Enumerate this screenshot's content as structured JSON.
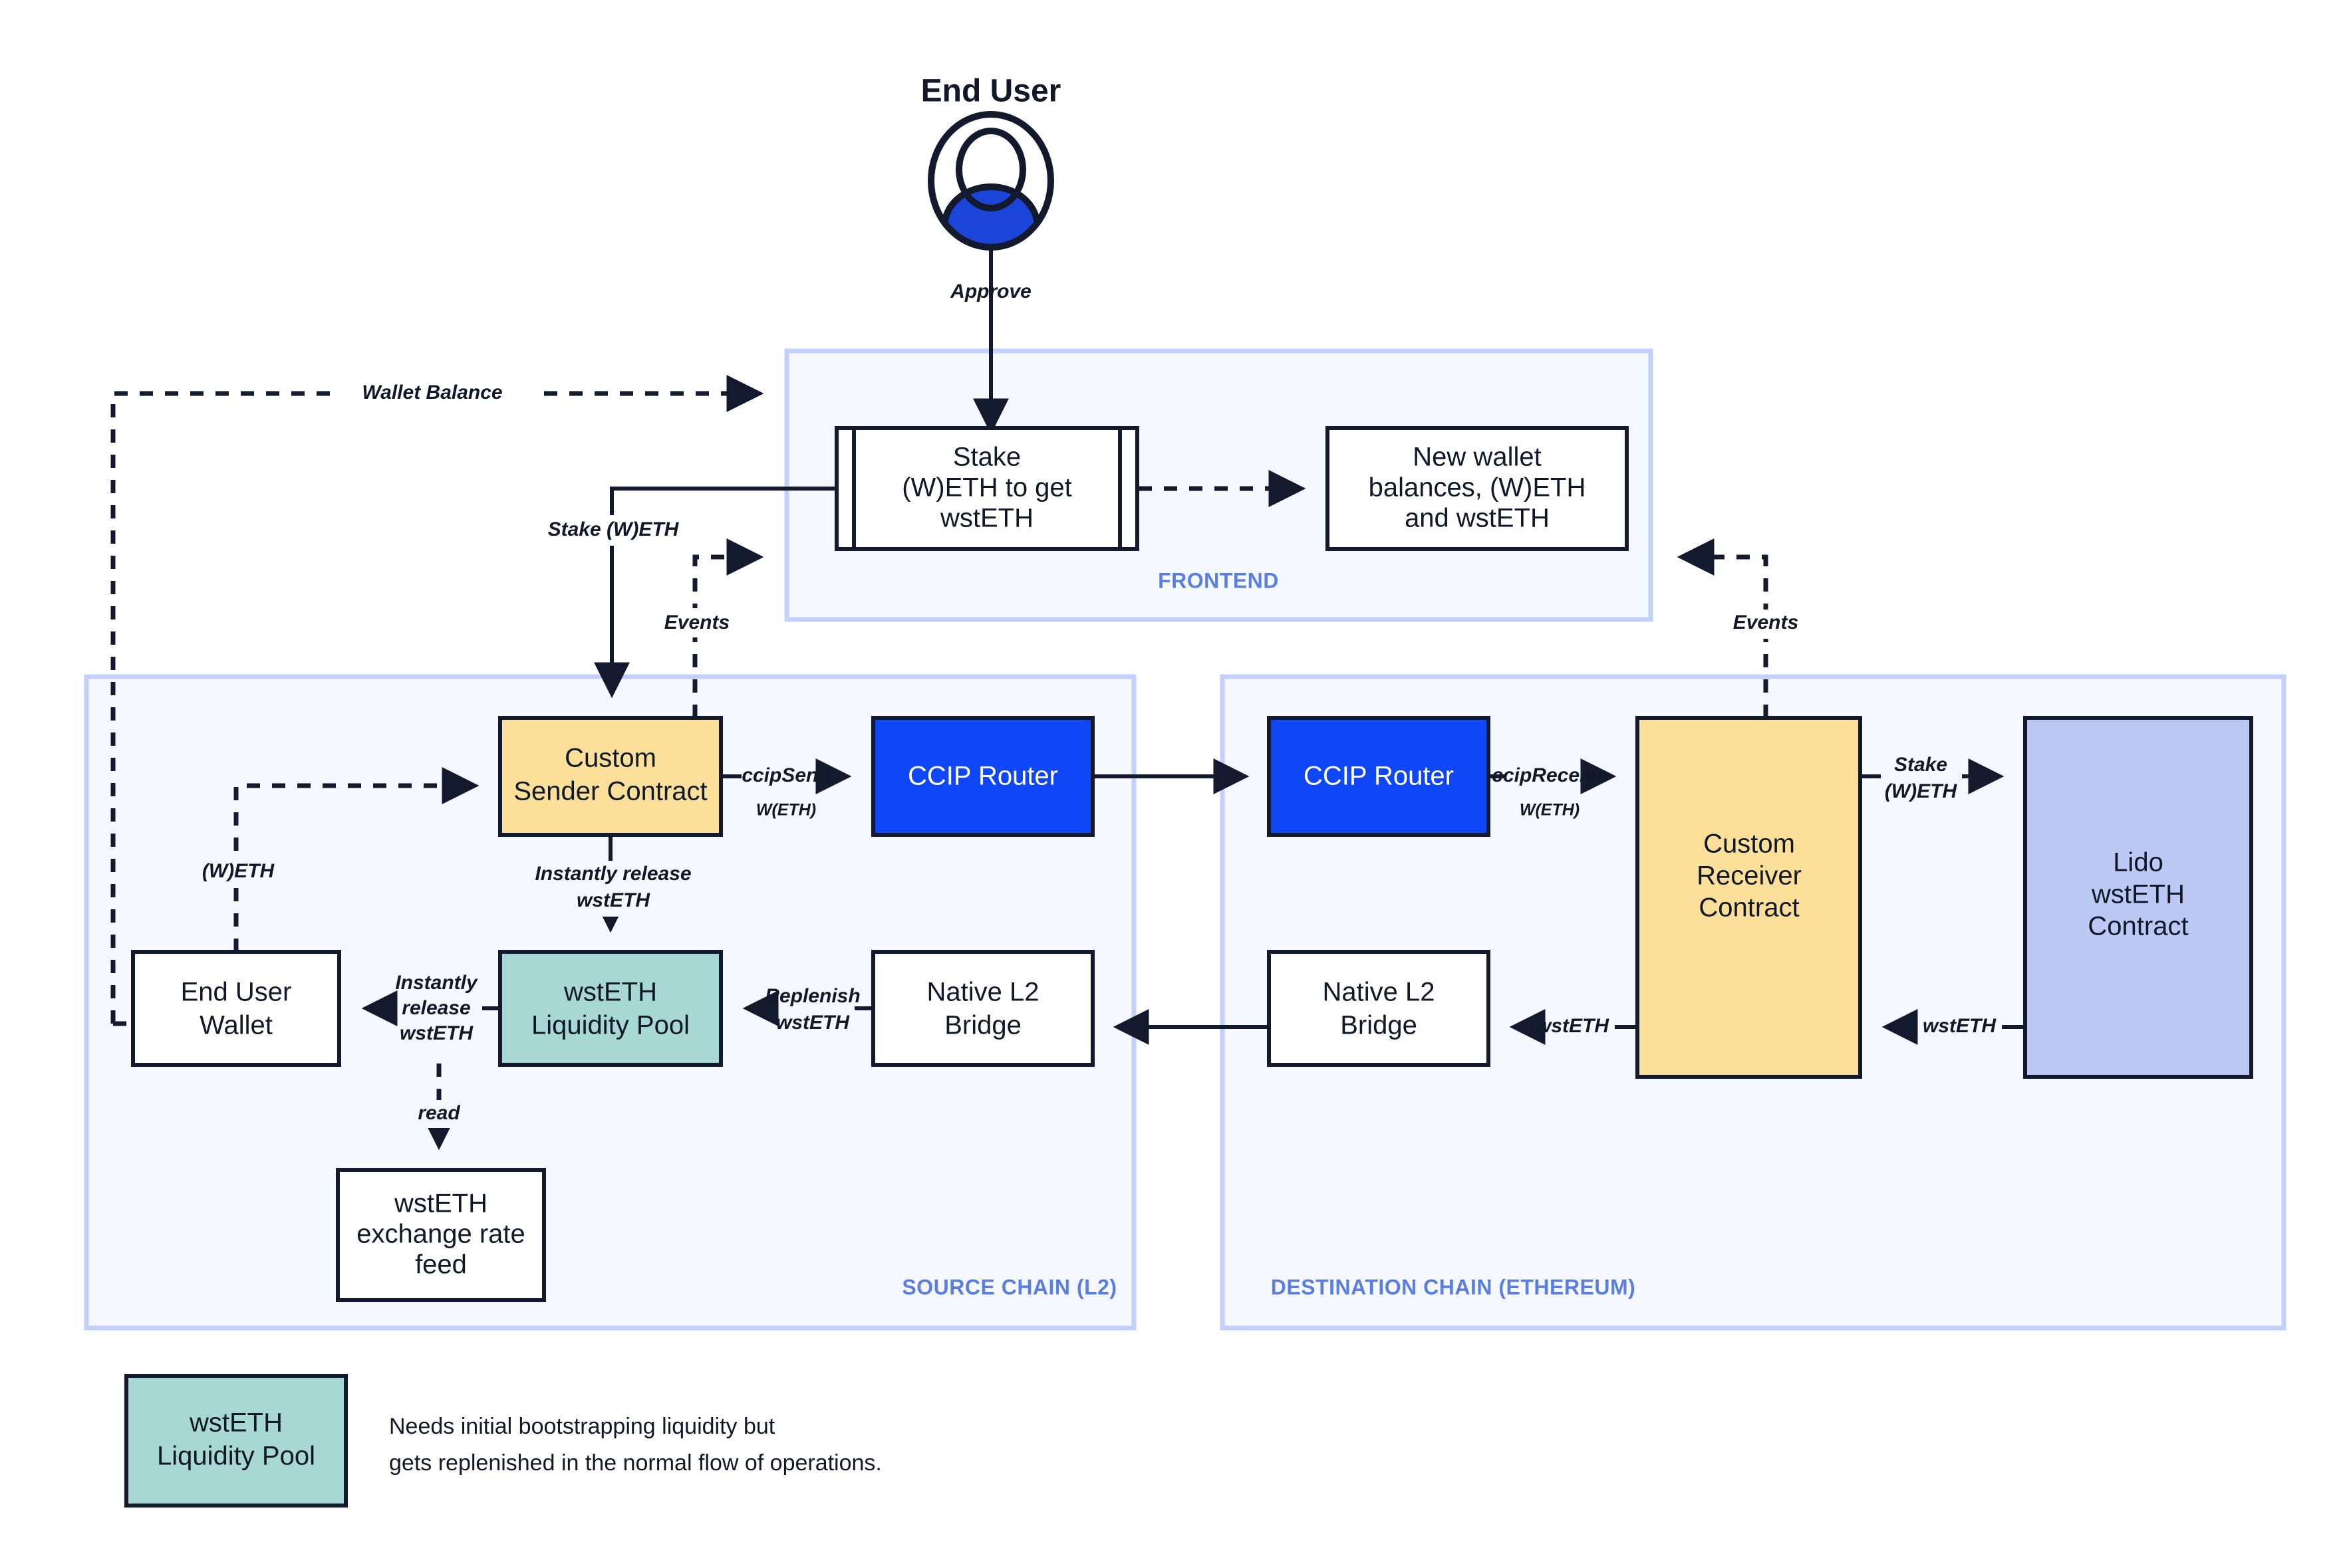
{
  "actor": {
    "title": "End User",
    "icon": "user-avatar-icon"
  },
  "zones": {
    "frontend": {
      "label": "FRONTEND"
    },
    "source": {
      "label": "SOURCE CHAIN (L2)"
    },
    "destination": {
      "label": "DESTINATION CHAIN (ETHEREUM)"
    }
  },
  "nodes": {
    "stake_form": {
      "label": "Stake\n(W)ETH to get\nwstETH",
      "line1": "Stake",
      "line2": "(W)ETH to get",
      "line3": "wstETH",
      "shape": "subroutine",
      "fill": "#ffffff"
    },
    "new_balances": {
      "line1": "New wallet",
      "line2": "balances, (W)ETH",
      "line3": "and wstETH",
      "shape": "rect",
      "fill": "#ffffff"
    },
    "sender_contract": {
      "line1": "Custom",
      "line2": "Sender Contract",
      "shape": "rect",
      "fill": "#fce09a"
    },
    "ccip_router_src": {
      "line1": "CCIP Router",
      "shape": "rect",
      "fill": "#0f46f5"
    },
    "ccip_router_dst": {
      "line1": "CCIP Router",
      "shape": "rect",
      "fill": "#0f46f5"
    },
    "receiver_contract": {
      "line1": "Custom",
      "line2": "Receiver",
      "line3": "Contract",
      "shape": "rect",
      "fill": "#fce09a"
    },
    "lido_contract": {
      "line1": "Lido",
      "line2": "wstETH",
      "line3": "Contract",
      "shape": "rect",
      "fill": "#bcc9f5"
    },
    "end_user_wallet": {
      "line1": "End User",
      "line2": "Wallet",
      "shape": "rect",
      "fill": "#ffffff"
    },
    "liquidity_pool": {
      "line1": "wstETH",
      "line2": "Liquidity Pool",
      "shape": "rect",
      "fill": "#a8d8d3"
    },
    "native_bridge_src": {
      "line1": "Native L2",
      "line2": "Bridge",
      "shape": "rect",
      "fill": "#ffffff"
    },
    "native_bridge_dst": {
      "line1": "Native L2",
      "line2": "Bridge",
      "shape": "rect",
      "fill": "#ffffff"
    },
    "rate_feed": {
      "line1": "wstETH",
      "line2": "exchange rate",
      "line3": "feed",
      "shape": "rect",
      "fill": "#ffffff"
    }
  },
  "edges": {
    "approve": "Approve",
    "wallet_balance": "Wallet Balance",
    "stake_weth": "Stake (W)ETH",
    "events_left": "Events",
    "events_right": "Events",
    "ccip_send": "ccipSend",
    "ccip_send_sub": "W(ETH)",
    "ccip_receive": "ccipReceive",
    "ccip_receive_sub": "W(ETH)",
    "weth": "(W)ETH",
    "instantly_release_1": "Instantly release",
    "instantly_release_1b": "wstETH",
    "instantly_release_2a": "Instantly",
    "instantly_release_2b": "release",
    "instantly_release_2c": "wstETH",
    "replenish_a": "Replenish",
    "replenish_b": "wstETH",
    "read": "read",
    "wsteth_dst_bridge": "wstETH",
    "wsteth_lido": "wstETH",
    "stake_weth_lido_a": "Stake",
    "stake_weth_lido_b": "(W)ETH"
  },
  "legend": {
    "swatch_line1": "wstETH",
    "swatch_line2": "Liquidity Pool",
    "note_line1": "Needs initial bootstrapping liquidity but",
    "note_line2": "gets replenished in the normal flow of operations."
  },
  "colors": {
    "contract_yellow": "#fce09a",
    "router_blue": "#0f46f5",
    "pool_teal": "#a8d8d3",
    "lido_periwinkle": "#bcc9f5",
    "zone_fill": "#f6f8ff",
    "zone_border": "#c2d0fb",
    "zone_label": "#5b7fe0",
    "stroke_dark": "#141a2e",
    "avatar_blue": "#1b45d8"
  }
}
